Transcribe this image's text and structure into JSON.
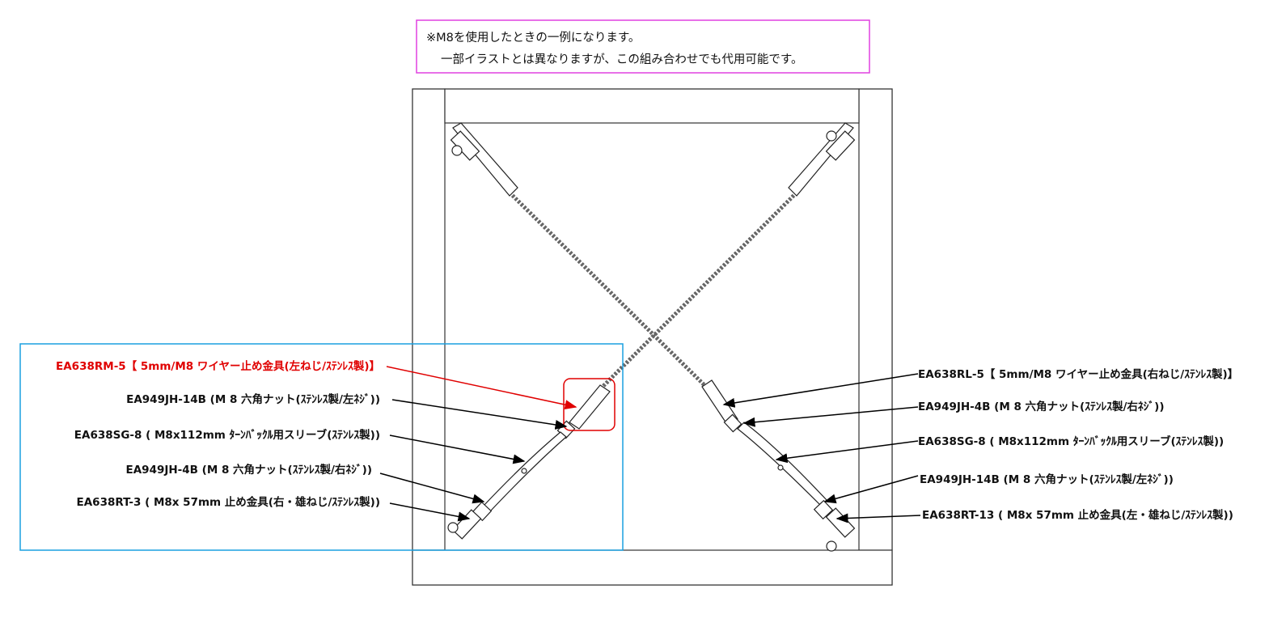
{
  "note": {
    "line1": "※M8を使用したときの一例になります。",
    "line2": "一部イラストとは異なりますが、この組み合わせでも代用可能です。"
  },
  "colors": {
    "note_border": "#e040e0",
    "highlight_box": "#1aa0e0",
    "highlight_red": "#e00000"
  },
  "left_labels": [
    {
      "text": "EA638RM-5【 5mm/M8 ワイヤー止め金具(左ねじ/ｽﾃﾝﾚｽ製)】",
      "highlight": true
    },
    {
      "text": "EA949JH-14B (M 8 六角ナット(ｽﾃﾝﾚｽ製/左ﾈｼﾞ))"
    },
    {
      "text": "EA638SG-8 ( M8x112mm ﾀｰﾝﾊﾞｯｸﾙ用スリーブ(ｽﾃﾝﾚｽ製))"
    },
    {
      "text": "EA949JH-4B (M 8 六角ナット(ｽﾃﾝﾚｽ製/右ﾈｼﾞ))"
    },
    {
      "text": "EA638RT-3 ( M8x 57mm 止め金具(右・雄ねじ/ｽﾃﾝﾚｽ製))"
    }
  ],
  "right_labels": [
    {
      "text": "EA638RL-5【 5mm/M8 ワイヤー止め金具(右ねじ/ｽﾃﾝﾚｽ製)】"
    },
    {
      "text": "EA949JH-4B (M 8 六角ナット(ｽﾃﾝﾚｽ製/右ﾈｼﾞ))"
    },
    {
      "text": "EA638SG-8 ( M8x112mm ﾀｰﾝﾊﾞｯｸﾙ用スリーブ(ｽﾃﾝﾚｽ製))"
    },
    {
      "text": "EA949JH-14B (M 8 六角ナット(ｽﾃﾝﾚｽ製/左ﾈｼﾞ))"
    },
    {
      "text": "EA638RT-13 ( M8x 57mm 止め金具(左・雄ねじ/ｽﾃﾝﾚｽ製))"
    }
  ]
}
